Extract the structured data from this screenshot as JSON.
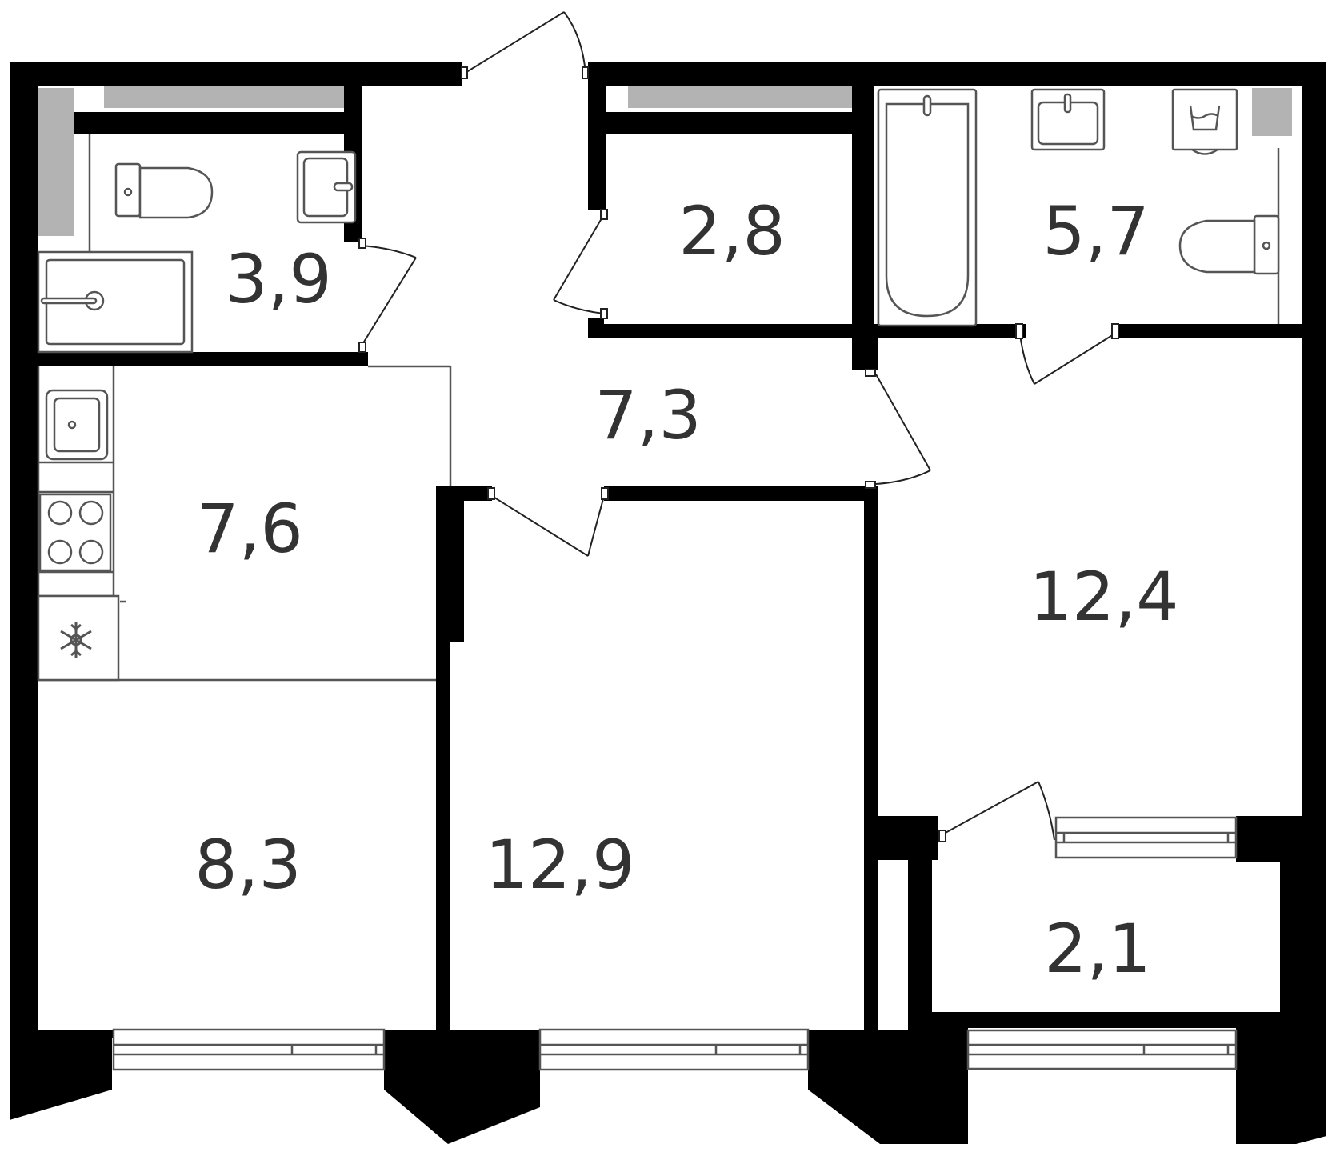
{
  "rooms": [
    {
      "id": "bathroom-small",
      "area": "3,9"
    },
    {
      "id": "hallway",
      "area": "7,3"
    },
    {
      "id": "storage",
      "area": "2,8"
    },
    {
      "id": "bathroom-large",
      "area": "5,7"
    },
    {
      "id": "kitchen",
      "area": "7,6"
    },
    {
      "id": "living-room",
      "area": "8,3"
    },
    {
      "id": "bedroom-middle",
      "area": "12,9"
    },
    {
      "id": "bedroom-right",
      "area": "12,4"
    },
    {
      "id": "balcony",
      "area": "2,1"
    }
  ],
  "colors": {
    "wall": "#000000",
    "partition_fill": "#b3b3b3",
    "label": "#333333",
    "fixture_line": "#555555"
  },
  "icons": [
    "toilet-icon",
    "sink-icon",
    "shower-tray-icon",
    "bathtub-icon",
    "washing-machine-icon",
    "stove-icon",
    "fridge-snowflake-icon"
  ]
}
